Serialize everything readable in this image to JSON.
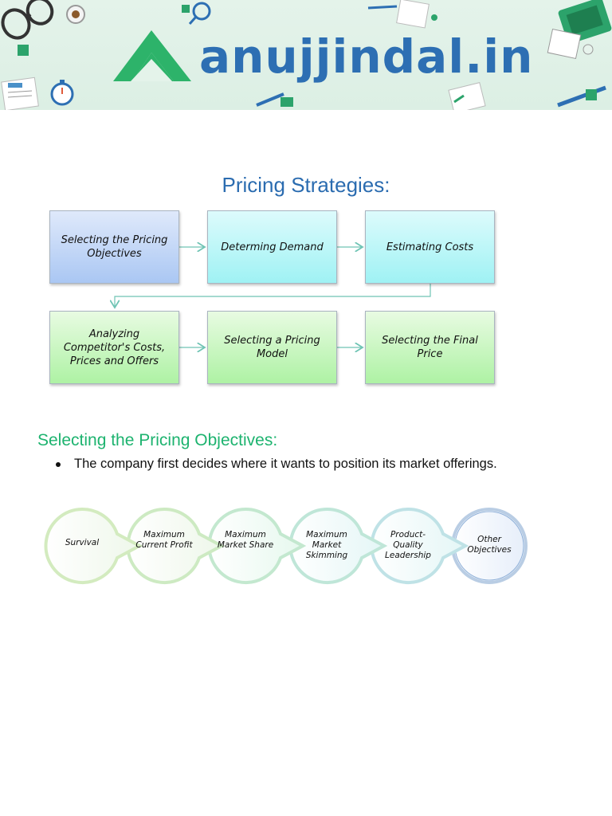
{
  "banner": {
    "brand": "anujjindal.in",
    "accent_green": "#2db36a",
    "brand_blue": "#2d6fb3",
    "icons": [
      "glasses-icon",
      "coffee-cup-icon",
      "magnifier-icon",
      "stopwatch-icon",
      "paper-notes-icon",
      "laptop-icon",
      "pencil-icon",
      "document-icon"
    ]
  },
  "page_title": "Pricing Strategies:",
  "flowchart": {
    "steps": [
      "Selecting the Pricing Objectives",
      "Determing Demand",
      "Estimating Costs",
      "Analyzing Competitor's  Costs, Prices and Offers",
      "Selecting a Pricing Model",
      "Selecting the Final Price"
    ]
  },
  "section": {
    "title": "Selecting the Pricing Objectives:",
    "bullet": "The company first decides where it wants to position its market offerings."
  },
  "objectives": {
    "items": [
      "Survival",
      "Maximum Current Profit",
      "Maximum Market Share",
      "Maximum Market Skimming",
      "Product-Quality Leadership",
      "Other Objectives"
    ]
  }
}
